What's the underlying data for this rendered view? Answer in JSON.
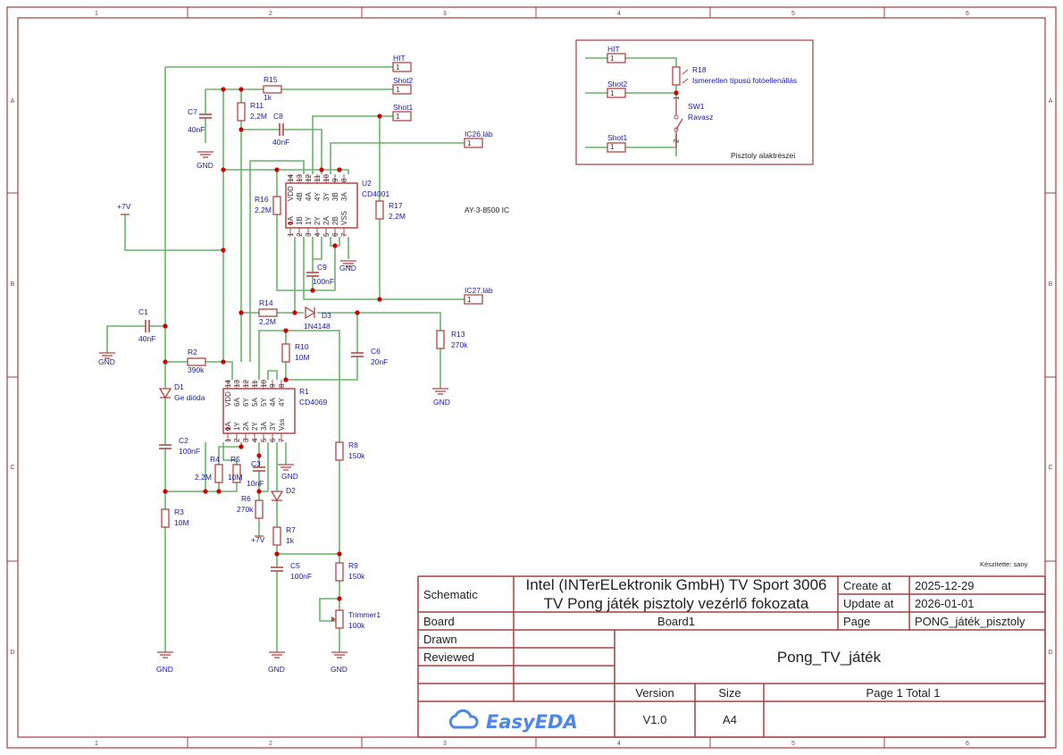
{
  "colors": {
    "wire": "#6ab46a",
    "component": "#b04848",
    "label": "#1a1aa8",
    "junction": "#cc0000",
    "frame": "#a34040",
    "logo": "#4f86e8"
  },
  "frame": {
    "columns": [
      "1",
      "2",
      "3",
      "4",
      "5",
      "6"
    ],
    "rows": [
      "A",
      "B",
      "C",
      "D"
    ]
  },
  "ports": {
    "hit": {
      "name": "HIT",
      "pin": "1"
    },
    "shot2": {
      "name": "Shot2",
      "pin": "1"
    },
    "shot1": {
      "name": "Shot1",
      "pin": "1"
    },
    "ic26": {
      "name": "IC26.láb",
      "pin": "1"
    },
    "ic27": {
      "name": "IC27.láb",
      "pin": "1"
    }
  },
  "power": {
    "vcc": "+7V",
    "gnd": "GND"
  },
  "components": {
    "R15": {
      "ref": "R15",
      "value": "1k"
    },
    "R11": {
      "ref": "R11",
      "value": "2,2M"
    },
    "C7": {
      "ref": "C7",
      "value": "40nF"
    },
    "C8": {
      "ref": "C8",
      "value": "40nF"
    },
    "R16": {
      "ref": "R16",
      "value": "2,2M"
    },
    "R17": {
      "ref": "R17",
      "value": "2,2M"
    },
    "C9": {
      "ref": "C9",
      "value": "100nF"
    },
    "U2": {
      "ref": "U2",
      "value": "CD4001",
      "pins_top": [
        "VDD",
        "4B",
        "4A",
        "4Y",
        "3Y",
        "3B",
        "3A"
      ],
      "pins_top_num": [
        "14",
        "13",
        "12",
        "11",
        "10",
        "9",
        "8"
      ],
      "pins_bottom": [
        "1A",
        "1B",
        "1Y",
        "2Y",
        "2A",
        "2B",
        "VSS"
      ],
      "pins_bottom_num": [
        "1",
        "2",
        "3",
        "4",
        "5",
        "6",
        "7"
      ]
    },
    "R14": {
      "ref": "R14",
      "value": "2,2M"
    },
    "D3": {
      "ref": "D3",
      "value": "1N4148"
    },
    "R13": {
      "ref": "R13",
      "value": "270k"
    },
    "C1": {
      "ref": "C1",
      "value": "40nF"
    },
    "R2": {
      "ref": "R2",
      "value": "390k"
    },
    "R10": {
      "ref": "R10",
      "value": "10M"
    },
    "C6": {
      "ref": "C6",
      "value": "20nF"
    },
    "D1": {
      "ref": "D1",
      "value": "Ge dióda"
    },
    "R1": {
      "ref": "R1",
      "value": "CD4069",
      "pins_top": [
        "VDD",
        "6A",
        "6Y",
        "5A",
        "5Y",
        "4A",
        "4Y"
      ],
      "pins_top_num": [
        "14",
        "13",
        "12",
        "11",
        "10",
        "9",
        "8"
      ],
      "pins_bottom": [
        "1A",
        "1Y",
        "2A",
        "2Y",
        "3A",
        "3Y",
        "Vss"
      ],
      "pins_bottom_num": [
        "1",
        "2",
        "3",
        "4",
        "5",
        "6",
        "7"
      ]
    },
    "C2": {
      "ref": "C2",
      "value": "100nF"
    },
    "R4": {
      "ref": "R4",
      "value": "2,2M"
    },
    "R5": {
      "ref": "R5",
      "value": "10M"
    },
    "C3": {
      "ref": "C3",
      "value": "10nF"
    },
    "R6": {
      "ref": "R6",
      "value": "270k"
    },
    "D2": {
      "ref": "D2",
      "value": ""
    },
    "R3": {
      "ref": "R3",
      "value": "10M"
    },
    "R7": {
      "ref": "R7",
      "value": "1k"
    },
    "C5": {
      "ref": "C5",
      "value": "100nF"
    },
    "R8": {
      "ref": "R8",
      "value": "150k"
    },
    "R9": {
      "ref": "R9",
      "value": "150k"
    },
    "Trimmer1": {
      "ref": "Trimmer1",
      "value": "100k"
    },
    "R18": {
      "ref": "R18",
      "value": "Ismeretlen típusú fotóellenállás"
    },
    "SW1": {
      "ref": "SW1",
      "value": "Ravasz",
      "pin1": "1",
      "pin2": "2"
    }
  },
  "notes": {
    "ay": "AY-3-8500 IC",
    "gun_box": "Pisztoly alaktrészei",
    "author": "Készítette: sany"
  },
  "title_block": {
    "schematic_label": "Schematic",
    "title_line1": "Intel (INTerELektronik GmbH) TV Sport 3006",
    "title_line2": "TV Pong játék pisztoly vezérlő fokozata",
    "create_label": "Create at",
    "create_value": "2025-12-29",
    "update_label": "Update at",
    "update_value": "2026-01-01",
    "board_label": "Board",
    "board_value": "Board1",
    "page_label": "Page",
    "page_value": "PONG_játék_pisztoly",
    "drawn_label": "Drawn",
    "reviewed_label": "Reviewed",
    "project": "Pong_TV_játék",
    "version_label": "Version",
    "version_value": "V1.0",
    "size_label": "Size",
    "size_value": "A4",
    "page_total": "Page  1  Total  1",
    "logo": "EasyEDA"
  }
}
